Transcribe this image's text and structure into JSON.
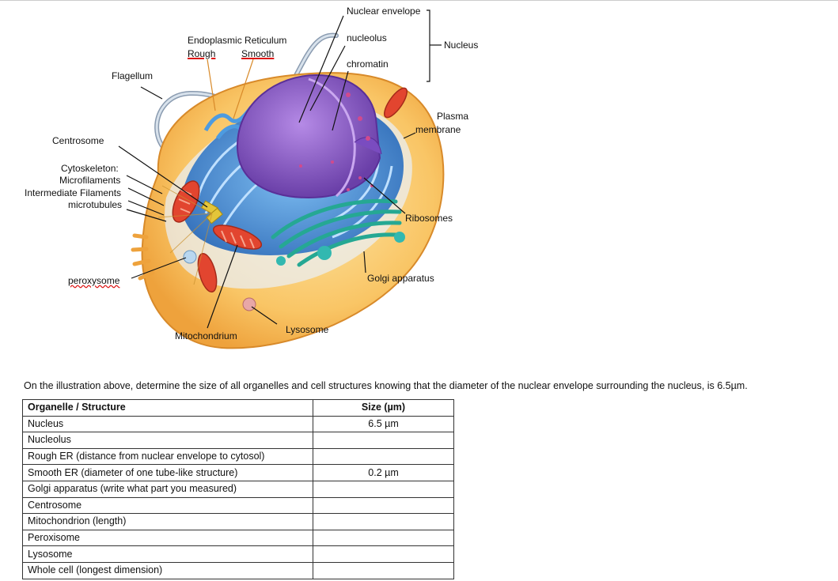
{
  "labels": {
    "nuclear_envelope": "Nuclear envelope",
    "nucleolus": "nucleolus",
    "chromatin": "chromatin",
    "nucleus": "Nucleus",
    "er_title": "Endoplasmic Reticulum",
    "er_rough": "Rough",
    "er_smooth": "Smooth",
    "flagellum": "Flagellum",
    "plasma_membrane_1": "Plasma",
    "plasma_membrane_2": "membrane",
    "centrosome": "Centrosome",
    "cytoskeleton": "Cytoskeleton:",
    "microfilaments": "Microfilaments",
    "intermediate_filaments": "Intermediate Filaments",
    "microtubules": "microtubules",
    "ribosomes": "Ribosomes",
    "peroxysome": "peroxysome",
    "golgi_apparatus": "Golgi apparatus",
    "mitochondrium": "Mitochondrium",
    "lysosome": "Lysosome"
  },
  "instruction": "On the illustration above, determine the size of all organelles and cell structures knowing that the diameter of the nuclear envelope surrounding the nucleus, is 6.5µm.",
  "table": {
    "headers": [
      "Organelle / Structure",
      "Size (µm)"
    ],
    "rows": [
      {
        "structure": "Nucleus",
        "size": "6.5 µm"
      },
      {
        "structure": "Nucleolus",
        "size": ""
      },
      {
        "structure": "Rough ER (distance from nuclear envelope to cytosol)",
        "size": ""
      },
      {
        "structure": "Smooth ER (diameter of one tube-like structure)",
        "size": "0.2 µm"
      },
      {
        "structure": "Golgi apparatus (write what part you measured)",
        "size": ""
      },
      {
        "structure": "Centrosome",
        "size": ""
      },
      {
        "structure": "Mitochondrion (length)",
        "size": ""
      },
      {
        "structure": "Peroxisome",
        "size": ""
      },
      {
        "structure": "Lysosome",
        "size": ""
      },
      {
        "structure": "Whole cell (longest dimension)",
        "size": ""
      }
    ]
  },
  "colors": {
    "cytoplasm": "#f6b04a",
    "cytoplasm_light": "#fcd98a",
    "er": "#2f7fd0",
    "nucleus": "#8a5cc4",
    "golgi": "#2ab5a0",
    "mitochondria": "#e2452f",
    "annotation_red": "#dd1111"
  }
}
